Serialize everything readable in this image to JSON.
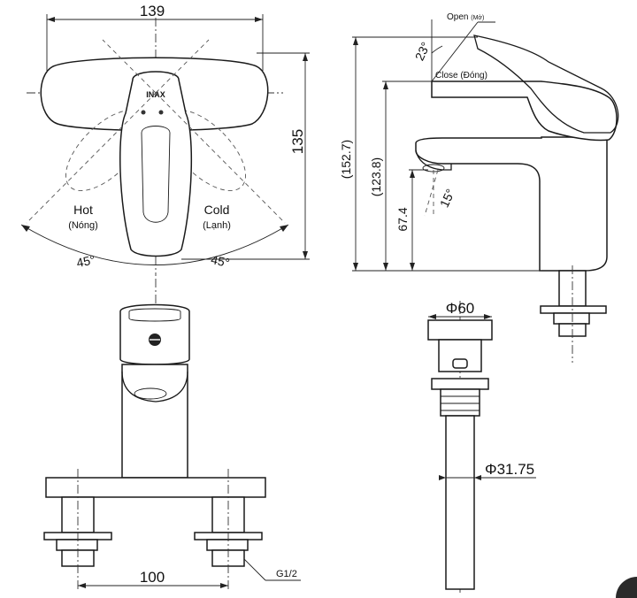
{
  "top_view": {
    "width_dim": "139",
    "depth_dim": "135",
    "hot_label": "Hot",
    "hot_vn": "(Nóng)",
    "cold_label": "Cold",
    "cold_vn": "(Lạnh)",
    "angle_left": "45°",
    "angle_right": "45°",
    "brand": "INAX"
  },
  "side_view": {
    "open_label": "Open",
    "open_vn": "(Mở)",
    "close_label": "Close (Đóng)",
    "lever_angle": "23°",
    "spout_angle": "15°",
    "total_height": "(152.7)",
    "close_height": "(123.8)",
    "spout_height": "67.4"
  },
  "front_view": {
    "center_distance": "100",
    "thread": "G1/2"
  },
  "drain": {
    "top_diameter": "Φ60",
    "pipe_diameter": "Φ31.75"
  }
}
